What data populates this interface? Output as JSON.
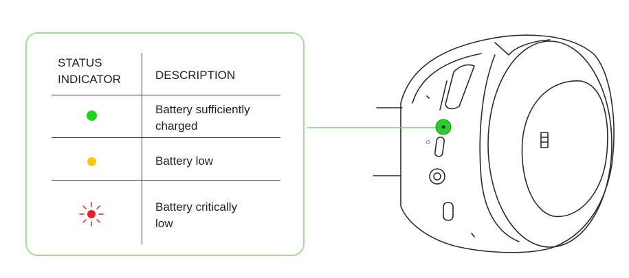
{
  "table": {
    "header": {
      "status_line1": "STATUS",
      "status_line2": "INDICATOR",
      "description": "DESCRIPTION"
    },
    "rows": [
      {
        "indicator": "green-steady",
        "color": "#1fd21f",
        "desc_line1": "Battery sufficiently",
        "desc_line2": "charged"
      },
      {
        "indicator": "yellow-steady",
        "color": "#f5c518",
        "desc_line1": "Battery low",
        "desc_line2": ""
      },
      {
        "indicator": "red-blinking",
        "color": "#e8202a",
        "desc_line1": "Battery critically",
        "desc_line2": "low"
      }
    ]
  },
  "colors": {
    "panel_border": "#a6d99a",
    "callout_line": "#7fd07a",
    "led_highlight": "#2ecc2e"
  }
}
